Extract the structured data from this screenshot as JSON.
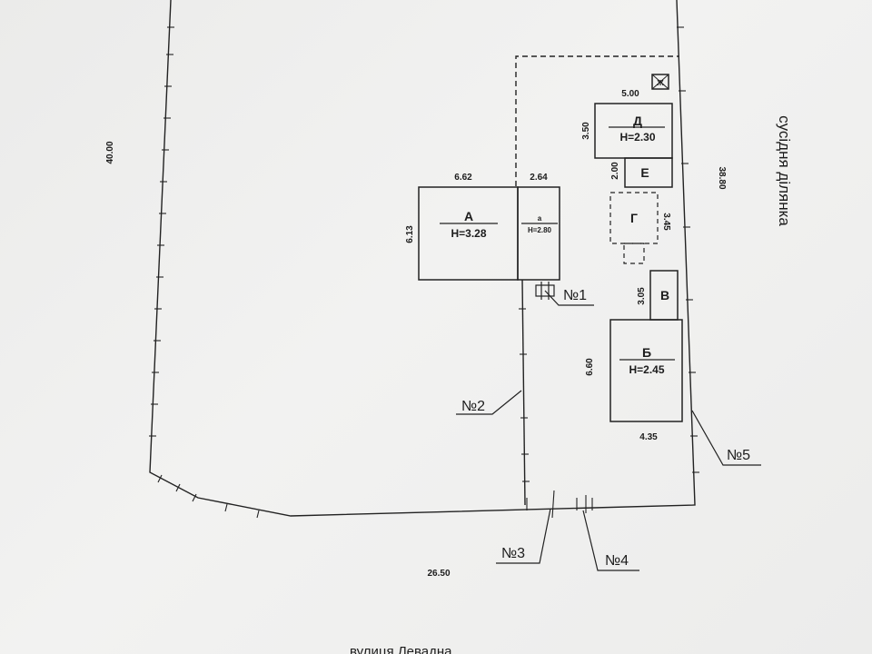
{
  "plot_dims": {
    "left": "40.00",
    "right": "38.80",
    "bottom": "26.50"
  },
  "neighbor_label": "сусідня ділянка",
  "street_label": "вулиця Левадна",
  "buildings": {
    "A": {
      "label": "А",
      "height": "Н=3.28",
      "width": "6.62",
      "depth": "6.13"
    },
    "a": {
      "label": "а",
      "height": "Н=2.80",
      "width": "2.64"
    },
    "D": {
      "label": "Д",
      "height": "Н=2.30",
      "width": "5.00",
      "depth": "3.50"
    },
    "E": {
      "label": "Е",
      "depth": "2.00"
    },
    "G": {
      "label": "Г",
      "depth": "3.45"
    },
    "V": {
      "label": "В",
      "depth": "3.05"
    },
    "B": {
      "label": "Б",
      "height": "Н=2.45",
      "depth": "6.60",
      "width": "4.35"
    },
    "Zh": {
      "label": "Ж"
    }
  },
  "fence_labels": {
    "n1": "№1",
    "n2": "№2",
    "n3": "№3",
    "n4": "№4",
    "n5": "№5"
  }
}
